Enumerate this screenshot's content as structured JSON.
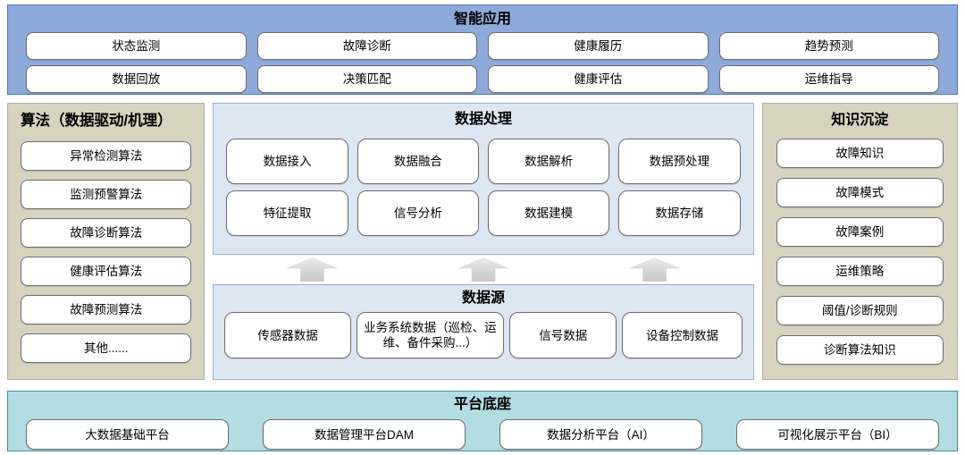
{
  "diagram": {
    "apps": {
      "title": "智能应用",
      "items": [
        "状态监测",
        "故障诊断",
        "健康履历",
        "趋势预测",
        "数据回放",
        "决策匹配",
        "健康评估",
        "运维指导"
      ]
    },
    "algorithms": {
      "title": "算法（数据驱动/机理）",
      "items": [
        "异常检测算法",
        "监测预警算法",
        "故障诊断算法",
        "健康评估算法",
        "故障预测算法",
        "其他......"
      ]
    },
    "processing": {
      "title": "数据处理",
      "items": [
        "数据接入",
        "数据融合",
        "数据解析",
        "数据预处理",
        "特征提取",
        "信号分析",
        "数据建模",
        "数据存储"
      ]
    },
    "sources": {
      "title": "数据源",
      "items": [
        "传感器数据",
        "业务系统数据（巡检、运维、备件采购...）",
        "信号数据",
        "设备控制数据"
      ]
    },
    "knowledge": {
      "title": "知识沉淀",
      "items": [
        "故障知识",
        "故障模式",
        "故障案例",
        "运维策略",
        "阈值/诊断规则",
        "诊断算法知识"
      ]
    },
    "platform": {
      "title": "平台底座",
      "items": [
        "大数据基础平台",
        "数据管理平台DAM",
        "数据分析平台（AI）",
        "可视化展示平台（BI）"
      ]
    },
    "colors": {
      "apps_bg": "#8EAADB",
      "apps_border": "#4E79B6",
      "center_bg": "#DDE7F3",
      "center_border": "#9AB0D6",
      "side_bg": "#D7D3BE",
      "side_border": "#B3B09E",
      "platform_bg": "#B3DCE3",
      "platform_border": "#3F8FA5",
      "box_bg": "#FFFFFF",
      "box_border": "#6E6E6E",
      "arrow_fill": "#D9D9D9"
    }
  }
}
